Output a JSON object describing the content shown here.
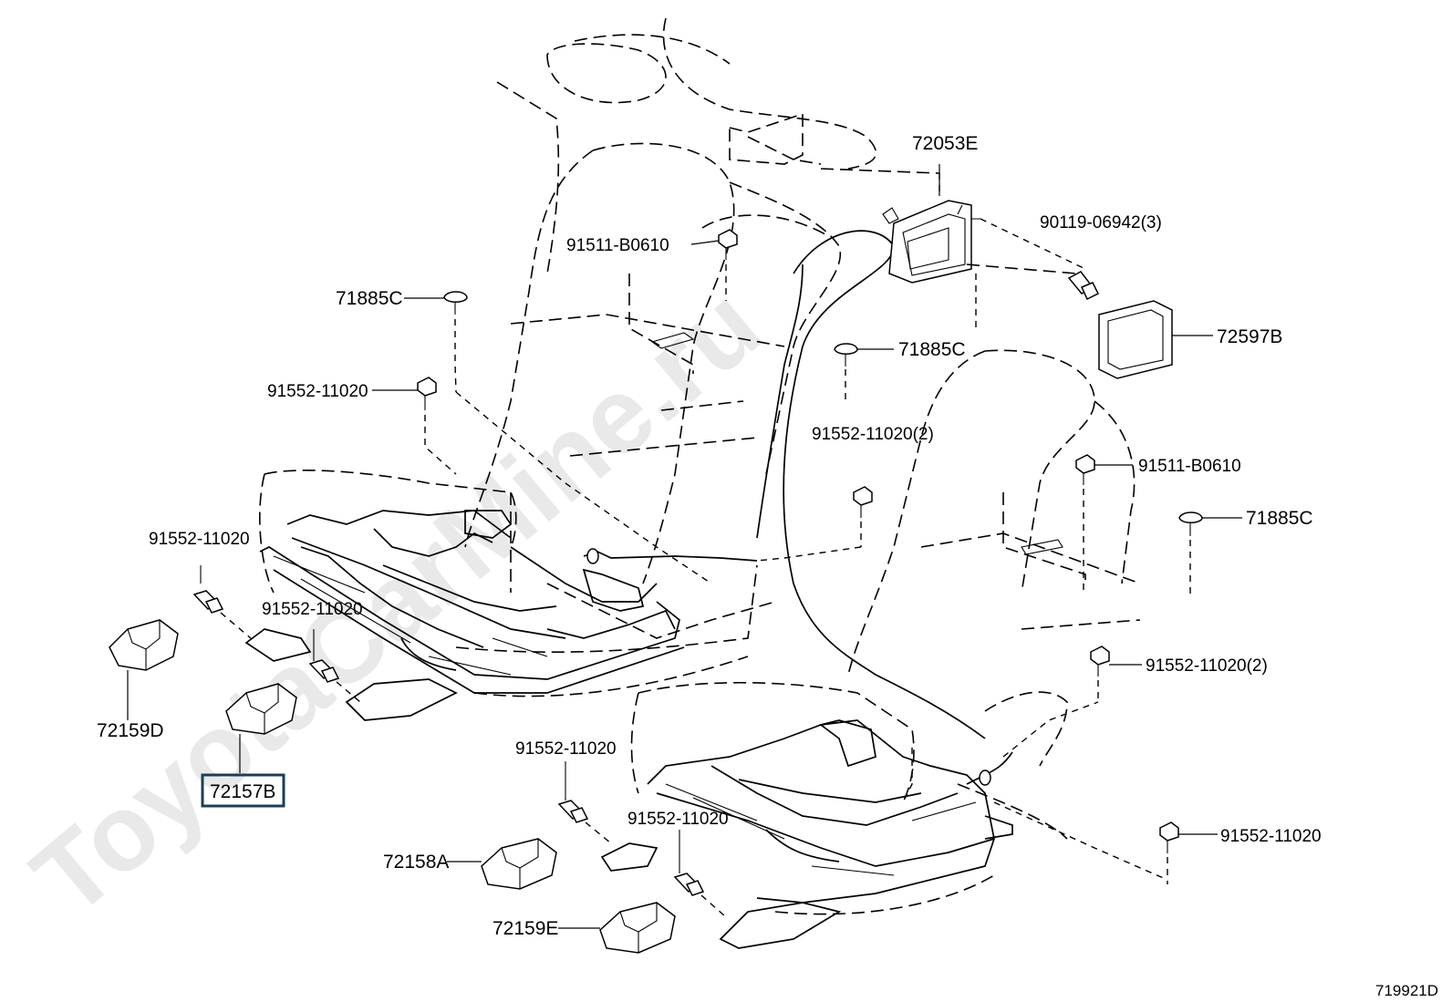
{
  "watermark": "ToyotaCarMine.ru",
  "diagram_id": "719921D",
  "labels": {
    "l_72053E": "72053E",
    "l_90119": "90119-06942(3)",
    "l_72597B": "72597B",
    "l_91511_a": "91511-B0610",
    "l_91511_b": "91511-B0610",
    "l_71885C_a": "71885C",
    "l_71885C_b": "71885C",
    "l_71885C_c": "71885C",
    "l_91552_a": "91552-11020",
    "l_91552_b": "91552-11020(2)",
    "l_91552_c": "91552-11020",
    "l_91552_d": "91552-11020",
    "l_91552_e": "91552-11020(2)",
    "l_91552_f": "91552-11020",
    "l_91552_g": "91552-11020",
    "l_91552_h": "91552-11020",
    "l_72159D": "72159D",
    "l_72157B": "72157B",
    "l_72158A": "72158A",
    "l_72159E": "72159E"
  }
}
